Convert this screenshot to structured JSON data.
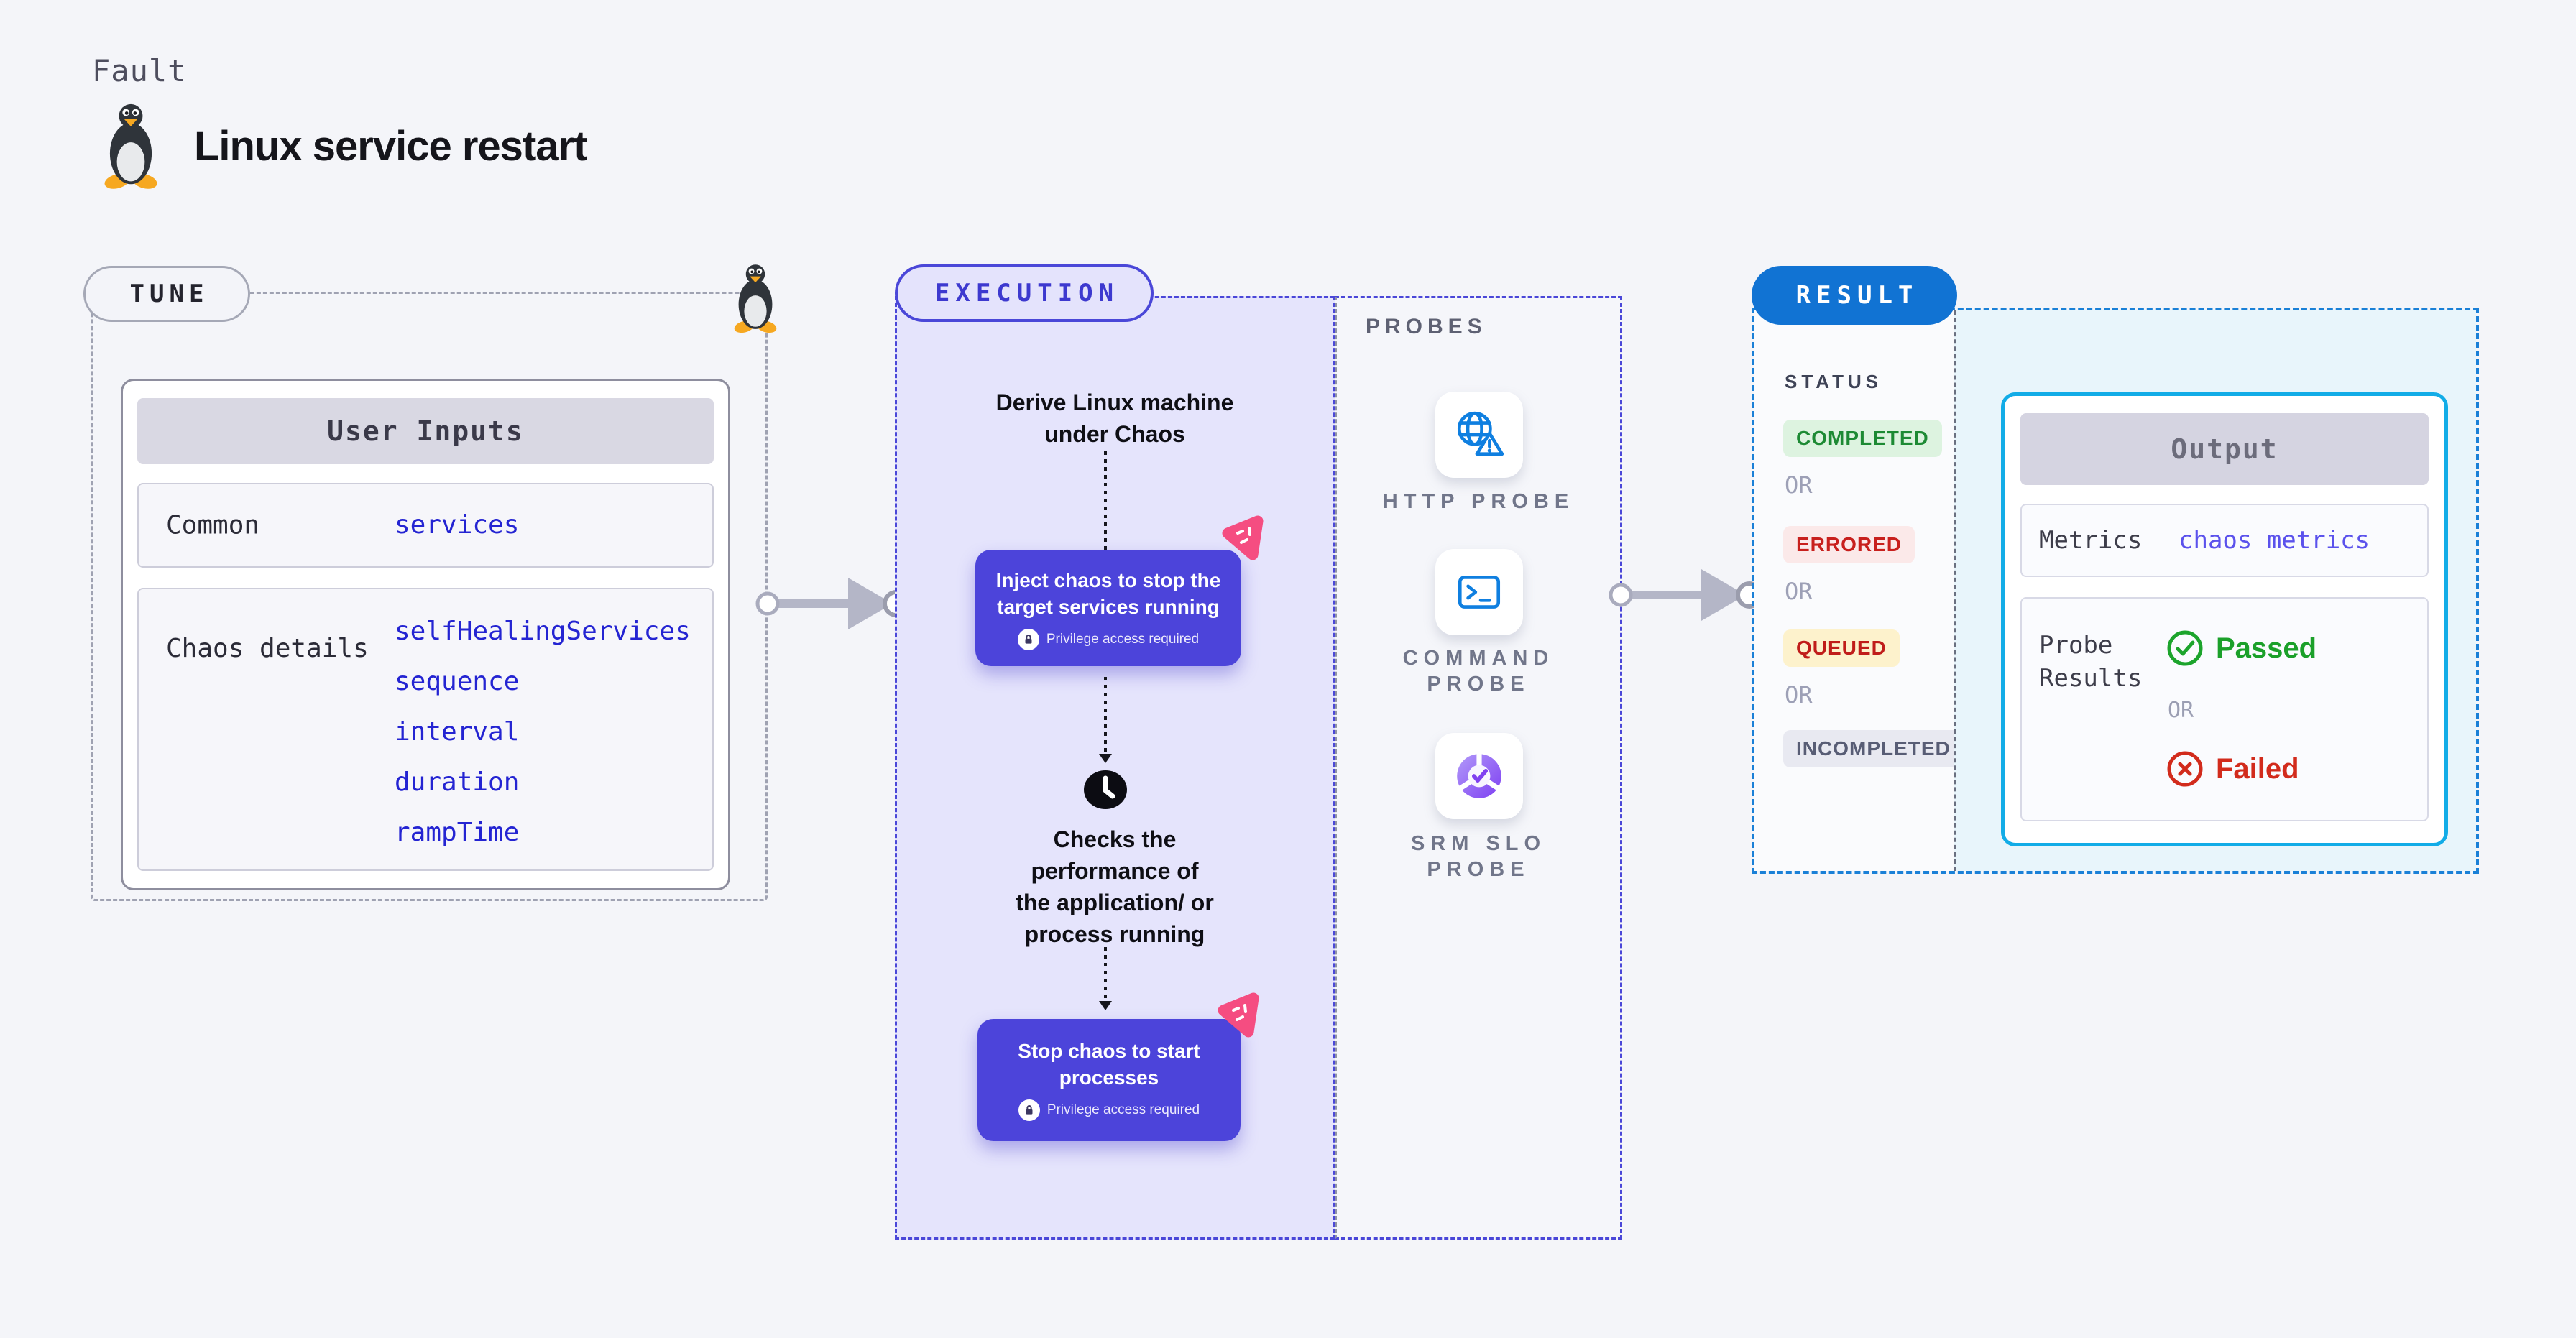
{
  "page": {
    "eyebrow": "Fault",
    "title": "Linux service restart"
  },
  "tune": {
    "label": "TUNE",
    "card": {
      "header": "User Inputs",
      "rows": [
        {
          "label": "Common",
          "values": [
            "services"
          ]
        },
        {
          "label": "Chaos details",
          "values": [
            "selfHealingServices",
            "sequence",
            "interval",
            "duration",
            "rampTime"
          ]
        }
      ]
    }
  },
  "execution": {
    "label": "EXECUTION",
    "derive_text": "Derive Linux machine\nunder Chaos",
    "inject": {
      "title": "Inject chaos to stop the target services running",
      "badge": "Privilege access required"
    },
    "check_text": "Checks the\nperformance of\nthe application/ or\nprocess running",
    "stop": {
      "title": "Stop chaos to start processes",
      "badge": "Privilege access required"
    }
  },
  "probes": {
    "label": "PROBES",
    "items": [
      {
        "label": "HTTP PROBE",
        "icon": "globe-warning-icon"
      },
      {
        "label": "COMMAND\nPROBE",
        "icon": "terminal-icon"
      },
      {
        "label": "SRM SLO\nPROBE",
        "icon": "slo-donut-icon"
      }
    ]
  },
  "result": {
    "label": "RESULT",
    "status": {
      "heading": "STATUS",
      "or": "OR",
      "badges": [
        {
          "label": "COMPLETED"
        },
        {
          "label": "ERRORED"
        },
        {
          "label": "QUEUED"
        },
        {
          "label": "INCOMPLETED"
        }
      ]
    },
    "output": {
      "header": "Output",
      "metrics_label": "Metrics",
      "metrics_value": "chaos metrics",
      "probe_results_label": "Probe\nResults",
      "passed_label": "Passed",
      "or": "OR",
      "failed_label": "Failed"
    }
  },
  "colors": {
    "page_background": "#f4f5f9",
    "accent_indigo": "#4c44da",
    "execution_dash": "#4a47d8",
    "result_dash": "#1a80d7",
    "result_pill_blue": "#1173d3",
    "output_card_border": "#12ace7",
    "probe_icon_blue": "#0f7fe0",
    "slo_purple": "#7e3ff2",
    "chaos_pink": "#f54d81",
    "completed_green": "#1d8a34",
    "errored_red": "#c8201d",
    "queued_bg": "#fdf2cc",
    "incompleted_gray": "#585d75",
    "passed_green": "#1ba02a",
    "failed_red": "#d22b1c",
    "input_value_blue": "#2424d2",
    "metrics_value_indigo": "#5b52ec"
  }
}
